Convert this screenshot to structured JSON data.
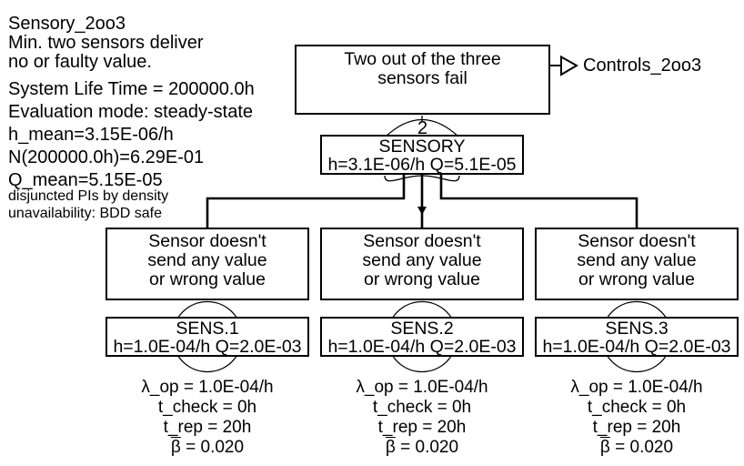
{
  "colors": {
    "line": "#000000",
    "background": "#ffffff"
  },
  "info_block": {
    "title": "Sensory_2oo3",
    "description_lines": [
      "Min. two sensors deliver",
      "no or faulty value."
    ],
    "stats_lines": [
      "System Life Time = 200000.0h",
      "Evaluation mode: steady-state",
      "h_mean=3.15E-06/h",
      "N(200000.0h)=6.29E-01",
      "Q_mean=5.15E-05"
    ],
    "footnote_lines": [
      "disjuncted PIs by density",
      "unavailability: BDD safe"
    ]
  },
  "top_event": {
    "label_lines": [
      "Two out of the three",
      "sensors fail"
    ]
  },
  "transfer": {
    "label": "Controls_2oo3"
  },
  "vote_gate": {
    "k": "2",
    "name": "SENSORY",
    "values": "h=3.1E-06/h Q=5.1E-05"
  },
  "branches": [
    {
      "event_lines": [
        "Sensor doesn't",
        "send any value",
        "or wrong value"
      ],
      "name": "SENS.1",
      "values": "h=1.0E-04/h Q=2.0E-03",
      "param_lines": [
        "λ_op = 1.0E-04/h",
        "t_check = 0h",
        "t_rep = 20h"
      ],
      "beta_symbol": "β",
      "beta_rest": " = 0.020"
    },
    {
      "event_lines": [
        "Sensor doesn't",
        "send any value",
        "or wrong value"
      ],
      "name": "SENS.2",
      "values": "h=1.0E-04/h Q=2.0E-03",
      "param_lines": [
        "λ_op = 1.0E-04/h",
        "t_check = 0h",
        "t_rep = 20h"
      ],
      "beta_symbol": "β",
      "beta_rest": " = 0.020"
    },
    {
      "event_lines": [
        "Sensor doesn't",
        "send any value",
        "or wrong value"
      ],
      "name": "SENS.3",
      "values": "h=1.0E-04/h Q=2.0E-03",
      "param_lines": [
        "λ_op = 1.0E-04/h",
        "t_check = 0h",
        "t_rep = 20h"
      ],
      "beta_symbol": "β",
      "beta_rest": " = 0.020"
    }
  ]
}
